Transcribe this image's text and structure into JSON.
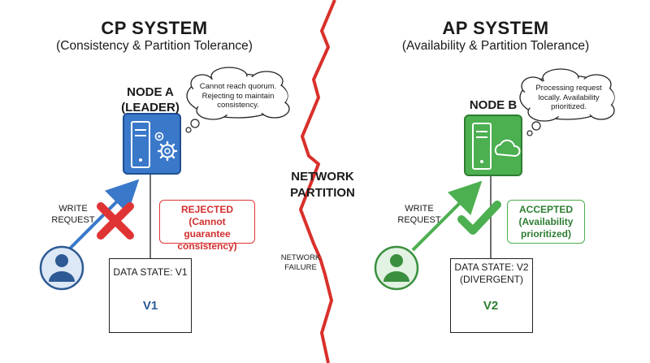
{
  "cp": {
    "title": "CP SYSTEM",
    "subtitle": "(Consistency & Partition Tolerance)",
    "node_title_line1": "NODE A",
    "node_title_line2": "(LEADER)",
    "thought_lines": [
      "Cannot reach quorum.",
      "Rejecting to maintain",
      "consistency."
    ],
    "write_request_lines": [
      "WRITE",
      "REQUEST"
    ],
    "status_lines": [
      "REJECTED",
      "(Cannot guarantee",
      "consistency)"
    ],
    "data_state": "DATA STATE: V1",
    "db_label": "V1"
  },
  "network": {
    "partition_lines": [
      "NETWORK",
      "PARTITION"
    ],
    "failure_lines": [
      "NETWORK",
      "FAILURE"
    ]
  },
  "ap": {
    "title": "AP SYSTEM",
    "subtitle": "(Availability & Partition Tolerance)",
    "node_title": "NODE B",
    "thought_lines": [
      "Processing request",
      "locally. Availability",
      "prioritized."
    ],
    "write_request_lines": [
      "WRITE",
      "REQUEST"
    ],
    "status_lines": [
      "ACCEPTED",
      "(Availability",
      "prioritized)"
    ],
    "data_state_line1": "DATA STATE: V2",
    "data_state_line2": "(DIVERGENT)",
    "db_label": "V2"
  },
  "colors": {
    "cp_blue": "#3a78c9",
    "cp_blue_dark": "#1f4f91",
    "reject_red": "#e03434",
    "partition_red": "#d9302b",
    "ap_green": "#4caf50",
    "ap_green_dark": "#2e7d32",
    "user_blue": "#2d5a94",
    "user_green": "#3a8f3e"
  },
  "icons": [
    "server-gear-icon",
    "server-cloud-icon",
    "database-icon",
    "user-icon",
    "cross-icon",
    "check-icon",
    "thought-cloud-icon"
  ]
}
